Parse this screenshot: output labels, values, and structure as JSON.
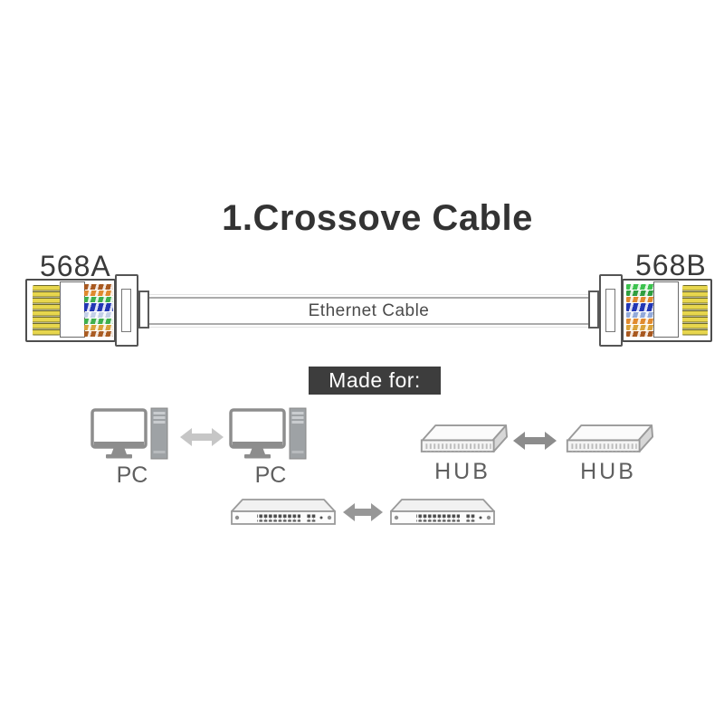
{
  "title": "1.Crossove Cable",
  "cable": {
    "label": "Ethernet Cable",
    "connector_a": {
      "label": "568A",
      "wire_colors": [
        "#a8581f",
        "#e08a2e",
        "#3faf4c",
        "#2236b4",
        "#c3cfe8",
        "#3faf4c",
        "#d9a23a",
        "#aa5c22"
      ]
    },
    "connector_b": {
      "label": "568B",
      "wire_colors": [
        "#3cc24e",
        "#2f9e3f",
        "#e08a2e",
        "#2236b4",
        "#93aada",
        "#e08a2e",
        "#d9a23a",
        "#a8581f"
      ]
    }
  },
  "made_for": {
    "badge": "Made for:",
    "pc_pair": {
      "left_label": "PC",
      "right_label": "PC"
    },
    "hub_pair": {
      "left_label": "HUB",
      "right_label": "HUB"
    }
  },
  "colors": {
    "pin_gold": "#e7d64d",
    "badge_bg": "#3d3d3d",
    "arrow_light": "#c6c6c6",
    "arrow_dark": "#8c8c8c",
    "arrow_mid": "#979797"
  }
}
